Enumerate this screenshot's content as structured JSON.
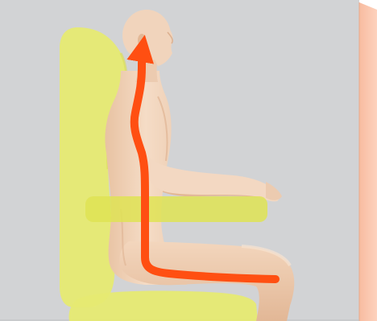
{
  "scene": {
    "subject": "seated-posture-illustration",
    "colors": {
      "background": "#d2d3d5",
      "side_panel": "#fbc6ad",
      "chair": "#e6ea72",
      "chair_armrest": "#dfe353",
      "skin": "#f2d2b6",
      "skin_shadow": "#e3b896",
      "spine_arrow": "#ff4f12"
    },
    "elements": [
      {
        "name": "background-wall",
        "shape": "rectangle"
      },
      {
        "name": "side-panel",
        "shape": "rectangle"
      },
      {
        "name": "chair-backrest",
        "shape": "rounded-rectangle"
      },
      {
        "name": "chair-seat",
        "shape": "rounded-rectangle"
      },
      {
        "name": "chair-armrest",
        "shape": "rounded-rectangle"
      },
      {
        "name": "human-figure",
        "shape": "silhouette"
      },
      {
        "name": "spine-arrow",
        "shape": "curved-arrow"
      }
    ]
  }
}
